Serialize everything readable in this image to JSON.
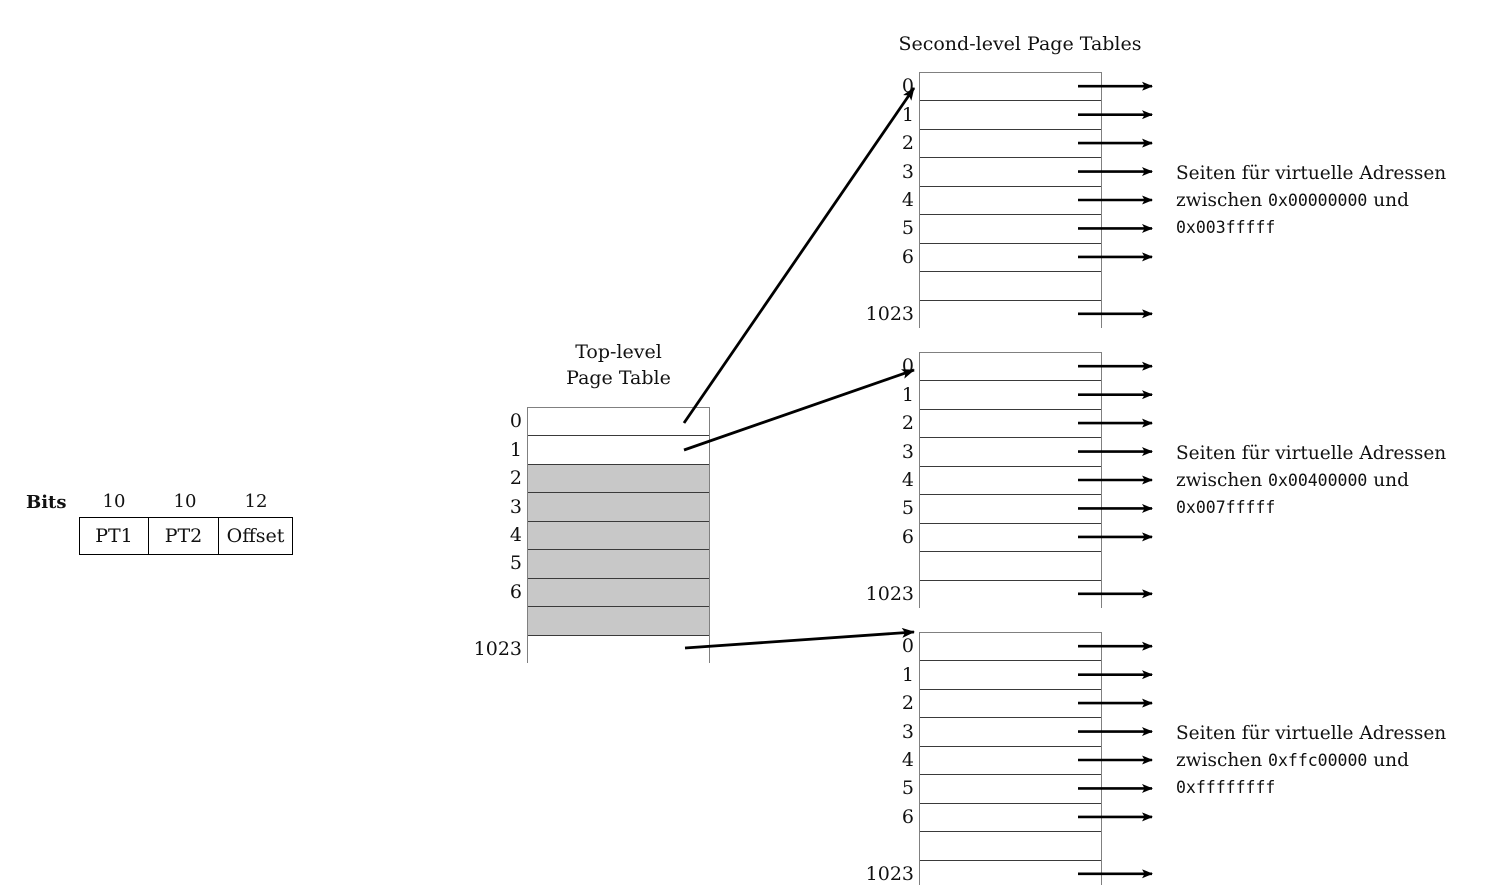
{
  "bits_field": {
    "label": "Bits",
    "widths": [
      "10",
      "10",
      "12"
    ],
    "fields": [
      "PT1",
      "PT2",
      "Offset"
    ]
  },
  "top_level": {
    "title_line1": "Top-level",
    "title_line2": "Page Table",
    "rows": [
      {
        "index": "0",
        "shaded": false
      },
      {
        "index": "1",
        "shaded": false
      },
      {
        "index": "2",
        "shaded": true
      },
      {
        "index": "3",
        "shaded": true
      },
      {
        "index": "4",
        "shaded": true
      },
      {
        "index": "5",
        "shaded": true
      },
      {
        "index": "6",
        "shaded": true
      },
      {
        "index": "",
        "shaded": true
      },
      {
        "index": "1023",
        "shaded": false
      }
    ]
  },
  "second_level": {
    "title": "Second-level Page Tables",
    "tables": [
      {
        "rows": [
          {
            "index": "0",
            "arrow": true
          },
          {
            "index": "1",
            "arrow": true
          },
          {
            "index": "2",
            "arrow": true
          },
          {
            "index": "3",
            "arrow": true
          },
          {
            "index": "4",
            "arrow": true
          },
          {
            "index": "5",
            "arrow": true
          },
          {
            "index": "6",
            "arrow": true
          },
          {
            "index": "",
            "arrow": false
          },
          {
            "index": "1023",
            "arrow": true
          }
        ],
        "caption_line1": "Seiten für virtuelle Adressen",
        "caption_line2_pre": "zwischen ",
        "caption_addr_start": "0x00000000",
        "caption_line2_post": " und",
        "caption_addr_end": "0x003fffff"
      },
      {
        "rows": [
          {
            "index": "0",
            "arrow": true
          },
          {
            "index": "1",
            "arrow": true
          },
          {
            "index": "2",
            "arrow": true
          },
          {
            "index": "3",
            "arrow": true
          },
          {
            "index": "4",
            "arrow": true
          },
          {
            "index": "5",
            "arrow": true
          },
          {
            "index": "6",
            "arrow": true
          },
          {
            "index": "",
            "arrow": false
          },
          {
            "index": "1023",
            "arrow": true
          }
        ],
        "caption_line1": "Seiten für virtuelle Adressen",
        "caption_line2_pre": "zwischen ",
        "caption_addr_start": "0x00400000",
        "caption_line2_post": " und",
        "caption_addr_end": "0x007fffff"
      },
      {
        "rows": [
          {
            "index": "0",
            "arrow": true
          },
          {
            "index": "1",
            "arrow": true
          },
          {
            "index": "2",
            "arrow": true
          },
          {
            "index": "3",
            "arrow": true
          },
          {
            "index": "4",
            "arrow": true
          },
          {
            "index": "5",
            "arrow": true
          },
          {
            "index": "6",
            "arrow": true
          },
          {
            "index": "",
            "arrow": false
          },
          {
            "index": "1023",
            "arrow": true
          }
        ],
        "caption_line1": "Seiten für virtuelle Adressen",
        "caption_line2_pre": "zwischen ",
        "caption_addr_start": "0xffc00000",
        "caption_line2_post": " und",
        "caption_addr_end": "0xffffffff"
      }
    ]
  },
  "colors": {
    "shaded_row": "#c8c8c8",
    "box_border": "#808080",
    "row_line": "#3a3a3a",
    "text": "#111111",
    "arrow": "#000000"
  }
}
